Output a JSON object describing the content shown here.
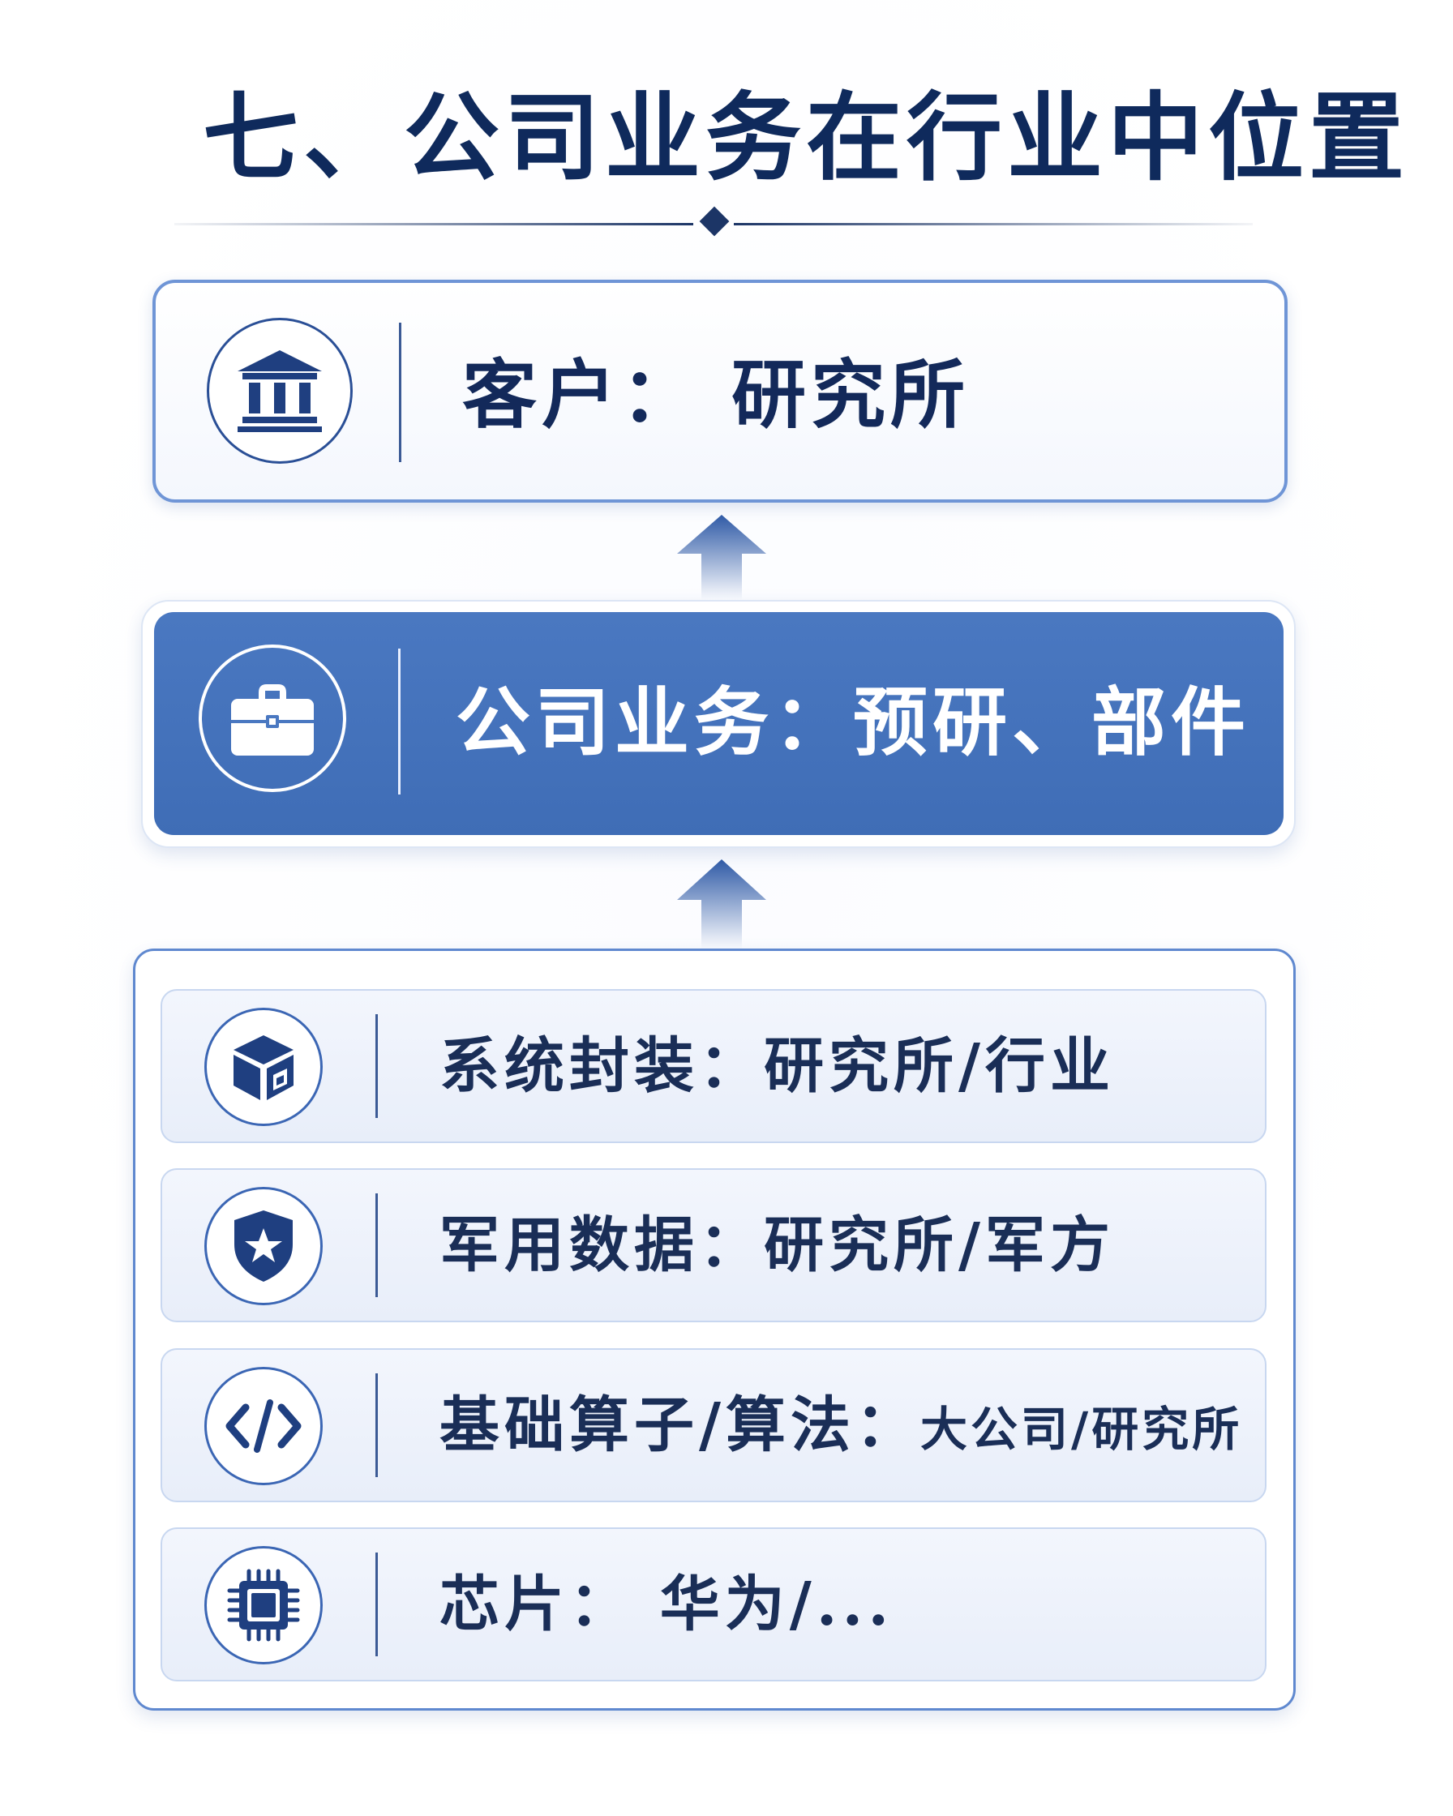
{
  "title": "七、公司业务在行业中位置",
  "colors": {
    "title": "#0f2a5c",
    "accent_blue": "#4a78c1",
    "border_blue": "#6f95d6",
    "row_bg": "#eef2fb"
  },
  "top_box": {
    "icon": "bank-building-icon",
    "label": "客户： 研究所"
  },
  "middle_box": {
    "icon": "briefcase-icon",
    "label": "公司业务：预研、部件"
  },
  "bottom_box": {
    "rows": [
      {
        "icon": "cube-icon",
        "label": "系统封装：研究所/行业"
      },
      {
        "icon": "shield-star-icon",
        "label": "军用数据：研究所/军方"
      },
      {
        "icon": "code-icon",
        "label_main": "基础算子/算法：",
        "label_small": "大公司/研究所"
      },
      {
        "icon": "chip-icon",
        "label": "芯片： 华为/..."
      }
    ]
  },
  "arrows": [
    "up-arrow-icon",
    "up-arrow-icon"
  ]
}
